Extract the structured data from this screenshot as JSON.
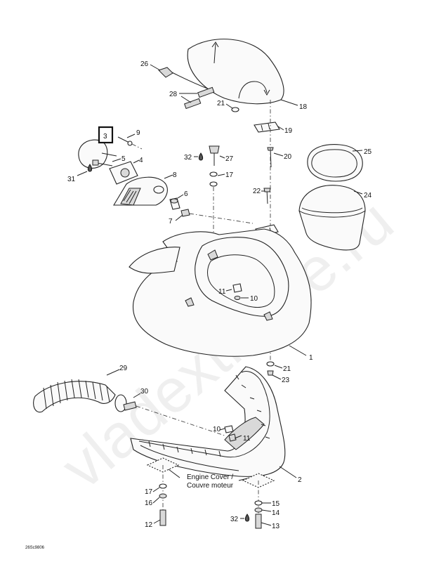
{
  "callouts": {
    "c1": "1",
    "c2": "2",
    "c3": "3",
    "c4": "4",
    "c5": "5",
    "c6": "6",
    "c7": "7",
    "c8": "8",
    "c9": "9",
    "c10a": "10",
    "c10b": "10",
    "c11a": "11",
    "c11b": "11",
    "c12": "12",
    "c13": "13",
    "c14": "14",
    "c15": "15",
    "c16": "16",
    "c17a": "17",
    "c17b": "17",
    "c18": "18",
    "c19": "19",
    "c20": "20",
    "c21a": "21",
    "c21b": "21",
    "c22": "22",
    "c23": "23",
    "c24": "24",
    "c25": "25",
    "c26": "26",
    "c27": "27",
    "c28": "28",
    "c29": "29",
    "c30": "30",
    "c31": "31",
    "c32a": "32",
    "c32b": "32"
  },
  "caption": {
    "line1": "Engine Cover /",
    "line2": "Couvre moteur"
  },
  "diagram_code": "26Sc9806",
  "watermark": "vladextreme.ru",
  "highlighted_callout": "3"
}
